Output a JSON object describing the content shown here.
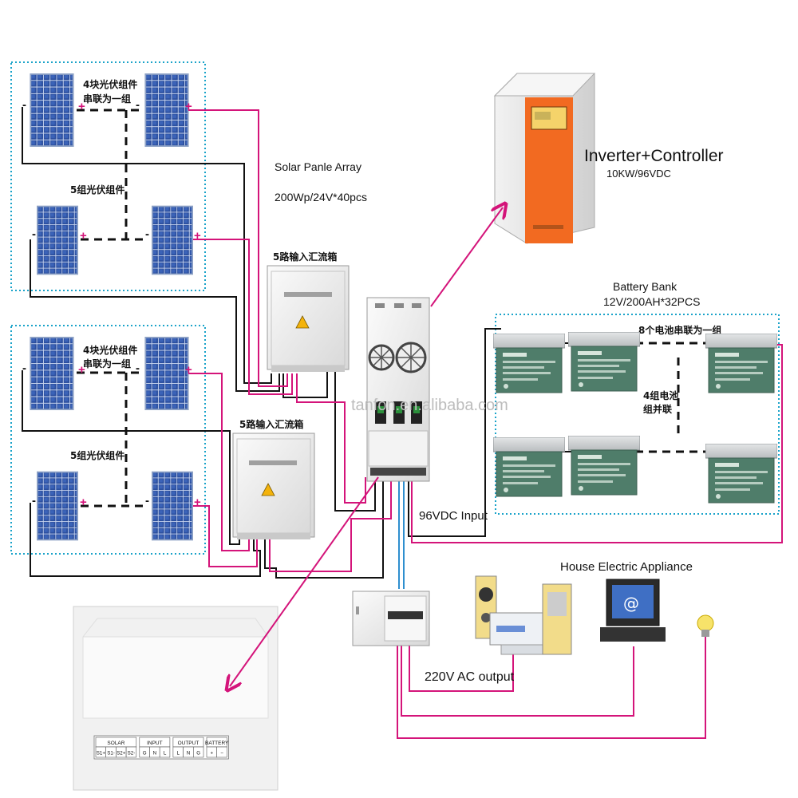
{
  "labels": {
    "inverter_title": "Inverter+Controller",
    "inverter_spec": "10KW/96VDC",
    "solar_array_title": "Solar Panle Array",
    "solar_array_spec": "200Wp/24V*40pcs",
    "combiner_box_1": "5路输入汇流箱",
    "combiner_box_2": "5路输入汇流箱",
    "battery_bank_title": "Battery Bank",
    "battery_bank_spec": "12V/200AH*32PCS",
    "battery_series_note": "8个电池串联为一组",
    "battery_parallel_note_1": "4组电池",
    "battery_parallel_note_2": "组并联",
    "dc_input": "96VDC Input",
    "ac_output": "220V AC output",
    "house_appliance": "House Electric Appliance",
    "watermark": "tanfon.en.alibaba.com"
  },
  "panel_groups": [
    {
      "series_note_1": "4块光伏组件",
      "series_note_2": "串联为一组",
      "group_note": "5组光伏组件"
    },
    {
      "series_note_1": "4块光伏组件",
      "series_note_2": "串联为一组",
      "group_note": "5组光伏组件"
    }
  ],
  "polarity": {
    "plus": "+",
    "minus": "-"
  },
  "terminal_block": {
    "groups": [
      {
        "title": "SOLAR",
        "terminals": [
          "S1+",
          "S1-",
          "S2+",
          "S2-"
        ]
      },
      {
        "title": "INPUT",
        "terminals": [
          "G",
          "N",
          "L"
        ]
      },
      {
        "title": "OUTPUT",
        "terminals": [
          "L",
          "N",
          "G"
        ]
      },
      {
        "title": "BATTERY",
        "terminals": [
          "+",
          "−"
        ]
      }
    ]
  },
  "colors": {
    "wire_positive": "#d4147a",
    "wire_negative": "#111111",
    "wire_ac_blue": "#2f8fcf",
    "enclosure_dotted": "#1aa3c9",
    "inverter_front": "#f26a21",
    "battery_body": "#4f7d6a"
  }
}
